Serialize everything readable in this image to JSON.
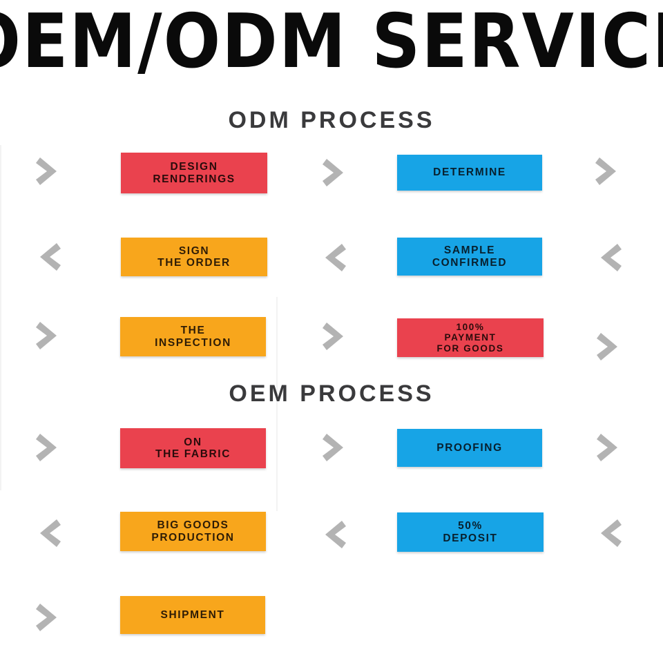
{
  "banner": {
    "title": "OEM/ODM SERVICE",
    "visible_fragment": "EM/ODM SERVIC",
    "text_color": "#0a0a0a"
  },
  "palette": {
    "red": "#ea424e",
    "blue": "#17a4e6",
    "orange": "#f8a61c",
    "chevron_gray": "#b3b3b3",
    "heading_gray": "#3a3a3c",
    "background": "#ffffff"
  },
  "sections": [
    {
      "id": "odm",
      "heading": "ODM PROCESS",
      "rows": [
        {
          "direction": "right",
          "chevrons": [
            "chevron-right-icon",
            "chevron-right-icon",
            "chevron-right-icon"
          ],
          "steps": [
            {
              "color": "red",
              "lines": [
                "DESIGN",
                "RENDERINGS"
              ]
            },
            {
              "color": "blue",
              "lines": [
                "DETERMINE"
              ]
            }
          ]
        },
        {
          "direction": "left",
          "chevrons": [
            "chevron-left-icon",
            "chevron-left-icon",
            "chevron-left-icon"
          ],
          "steps": [
            {
              "color": "orange",
              "lines": [
                "SIGN",
                "THE ORDER"
              ]
            },
            {
              "color": "blue",
              "lines": [
                "SAMPLE",
                "CONFIRMED"
              ]
            }
          ]
        },
        {
          "direction": "right",
          "chevrons": [
            "chevron-right-icon",
            "chevron-right-icon",
            "chevron-right-icon"
          ],
          "steps": [
            {
              "color": "orange",
              "lines": [
                "THE",
                "INSPECTION"
              ]
            },
            {
              "color": "red",
              "lines": [
                "100%",
                "PAYMENT",
                "FOR GOODS"
              ]
            }
          ]
        }
      ]
    },
    {
      "id": "oem",
      "heading": "OEM PROCESS",
      "rows": [
        {
          "direction": "right",
          "chevrons": [
            "chevron-right-icon",
            "chevron-right-icon",
            "chevron-right-icon"
          ],
          "steps": [
            {
              "color": "red",
              "lines": [
                "ON",
                "THE FABRIC"
              ]
            },
            {
              "color": "blue",
              "lines": [
                "PROOFING"
              ]
            }
          ]
        },
        {
          "direction": "left",
          "chevrons": [
            "chevron-left-icon",
            "chevron-left-icon",
            "chevron-left-icon"
          ],
          "steps": [
            {
              "color": "orange",
              "lines": [
                "BIG GOODS",
                "PRODUCTION"
              ]
            },
            {
              "color": "blue",
              "lines": [
                "50%",
                "DEPOSIT"
              ]
            }
          ]
        },
        {
          "direction": "right",
          "chevrons": [
            "chevron-right-icon"
          ],
          "steps": [
            {
              "color": "orange",
              "lines": [
                "SHIPMENT"
              ]
            }
          ]
        }
      ]
    }
  ],
  "steps_flat": {
    "s1": {
      "l1": "DESIGN",
      "l2": "RENDERINGS"
    },
    "s2": {
      "l1": "DETERMINE"
    },
    "s3": {
      "l1": "SIGN",
      "l2": "THE ORDER"
    },
    "s4": {
      "l1": "SAMPLE",
      "l2": "CONFIRMED"
    },
    "s5": {
      "l1": "THE",
      "l2": "INSPECTION"
    },
    "s6": {
      "l1": "100%",
      "l2": "PAYMENT",
      "l3": "FOR GOODS"
    },
    "s7": {
      "l1": "ON",
      "l2": "THE FABRIC"
    },
    "s8": {
      "l1": "PROOFING"
    },
    "s9": {
      "l1": "BIG GOODS",
      "l2": "PRODUCTION"
    },
    "s10": {
      "l1": "50%",
      "l2": "DEPOSIT"
    },
    "s11": {
      "l1": "SHIPMENT"
    }
  },
  "headings": {
    "odm": "ODM PROCESS",
    "oem": "OEM PROCESS"
  }
}
